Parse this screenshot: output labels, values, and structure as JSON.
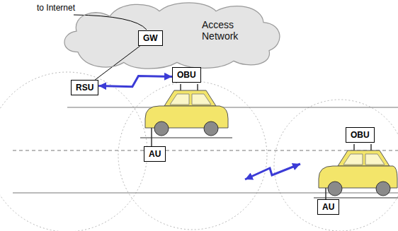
{
  "diagram": {
    "nodes": [
      {
        "text": [
          "Access Network"
        ]
      },
      {
        "text": [
          "GW"
        ],
        "in": 0
      },
      {
        "text": [
          "RSU"
        ]
      },
      {
        "text": [
          "OBU"
        ]
      },
      {
        "text": [
          "AU"
        ]
      },
      {
        "text": [
          "OBU"
        ]
      },
      {
        "text": [
          "AU"
        ]
      }
    ],
    "edges": [
      {
        "from": 1,
        "to": 2,
        "arrow": "none"
      },
      {
        "from": 2,
        "to": 3,
        "arrow": "both"
      }
    ],
    "labels": [
      "to Internet"
    ]
  }
}
